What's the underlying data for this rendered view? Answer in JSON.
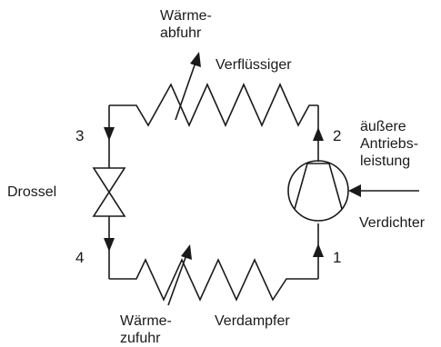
{
  "labels": {
    "waerme_abfuhr": [
      "Wärme-",
      "abfuhr"
    ],
    "verfluessiger": "Verflüssiger",
    "drossel": "Drossel",
    "verdichter": "Verdichter",
    "aeussere_antrieb": [
      "äußere",
      "Antriebs-",
      "leistung"
    ],
    "verdampfer": "Verdampfer",
    "waerme_zufuhr": [
      "Wärme-",
      "zufuhr"
    ]
  },
  "states": [
    "1",
    "2",
    "3",
    "4"
  ],
  "colors": {
    "line": "#1a1a1a",
    "background": "#ffffff"
  }
}
